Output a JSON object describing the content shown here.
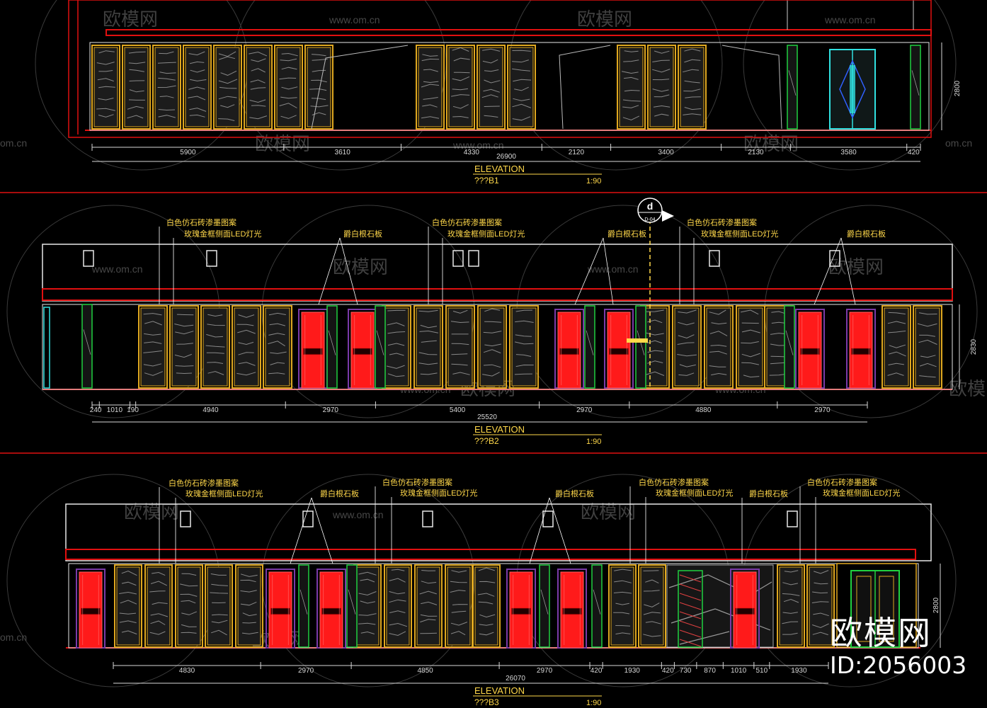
{
  "colors": {
    "background": "#000000",
    "frame_red": "#e01010",
    "panel_gold": "#e0a820",
    "panel_fill": "#1c1c1c",
    "vein": "#9a9a9a",
    "door_red": "#ff1a1a",
    "dim_line": "#d8d8d8",
    "label_yellow": "#ffd84a",
    "green": "#20d040",
    "cyan": "#30e0e0",
    "purple": "#7a3aa8",
    "watermark": "#3a3a3a"
  },
  "watermark": {
    "brand": "欧模网",
    "site": "www.om.cn",
    "short": "om.cn",
    "id": "ID:2056003"
  },
  "elevations": [
    {
      "key": "b1",
      "title": "ELEVATION",
      "code": "???B1",
      "scale": "1:90",
      "height_dim": "2800",
      "total_dim": "26900",
      "segments": [
        "5900",
        "3610",
        "4330",
        "2120",
        "3400",
        "2130",
        "3580",
        "420"
      ],
      "labels": []
    },
    {
      "key": "b2",
      "title": "ELEVATION",
      "code": "???B2",
      "scale": "1:90",
      "height_dim": "2830",
      "total_dim": "25520",
      "segments": [
        "240",
        "1010",
        "190",
        "4940",
        "2970",
        "5400",
        "2970",
        "4880",
        "2970"
      ],
      "section_mark": {
        "letter": "d",
        "ref": "D-04"
      },
      "labels": [
        "白色仿石砖渗墨图案",
        "玫瑰金框侧面LED灯光",
        "爵白根石板",
        "白色仿石砖渗墨图案",
        "玫瑰金框侧面LED灯光",
        "爵白根石板",
        "白色仿石砖渗墨图案",
        "玫瑰金框侧面LED灯光",
        "爵白根石板"
      ]
    },
    {
      "key": "b3",
      "title": "ELEVATION",
      "code": "???B3",
      "scale": "1:90",
      "height_dim": "2800",
      "total_dim": "26070",
      "segments": [
        "4830",
        "2970",
        "4850",
        "2970",
        "420",
        "1930",
        "420",
        "730",
        "870",
        "1010",
        "510",
        "1930"
      ],
      "labels": [
        "白色仿石砖渗墨图案",
        "玫瑰金框侧面LED灯光",
        "爵白根石板",
        "白色仿石砖渗墨图案",
        "玫瑰金框侧面LED灯光",
        "爵白根石板",
        "白色仿石砖渗墨图案",
        "玫瑰金框侧面LED灯光",
        "爵白根石板",
        "白色仿石砖渗墨图案",
        "玫瑰金框侧面LED灯光"
      ]
    }
  ]
}
